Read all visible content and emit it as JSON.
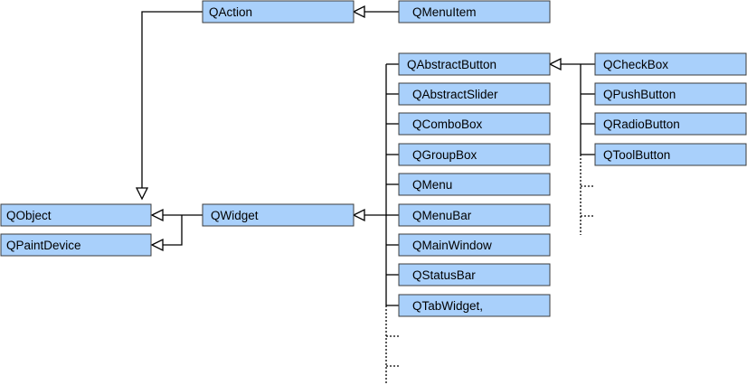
{
  "diagram": {
    "nodes": {
      "qaction": "QAction",
      "qmenuitem": "QMenuItem",
      "qabstractbutton": "QAbstractButton",
      "qcheckbox": "QCheckBox",
      "qabstractslider": "QAbstractSlider",
      "qpushbutton": "QPushButton",
      "qcombobox": "QComboBox",
      "qradiobutton": "QRadioButton",
      "qgroupbox": "QGroupBox",
      "qtoolbutton": "QToolButton",
      "qmenu": "QMenu",
      "qobject": "QObject",
      "qwidget": "QWidget",
      "qmenubar": "QMenuBar",
      "qpaintdevice": "QPaintDevice",
      "qmainwindow": "QMainWindow",
      "qstatusbar": "QStatusBar",
      "qtabwidget": "QTabWidget,"
    },
    "inheritance": [
      {
        "child": "qmenuitem",
        "parent": "qaction"
      },
      {
        "child": "qaction",
        "parent": "qobject"
      },
      {
        "child": "qwidget",
        "parent": "qobject"
      },
      {
        "child": "qwidget",
        "parent": "qpaintdevice"
      },
      {
        "child": "qabstractbutton",
        "parent": "qwidget"
      },
      {
        "child": "qabstractslider",
        "parent": "qwidget"
      },
      {
        "child": "qcombobox",
        "parent": "qwidget"
      },
      {
        "child": "qgroupbox",
        "parent": "qwidget"
      },
      {
        "child": "qmenu",
        "parent": "qwidget"
      },
      {
        "child": "qmenubar",
        "parent": "qwidget"
      },
      {
        "child": "qmainwindow",
        "parent": "qwidget"
      },
      {
        "child": "qstatusbar",
        "parent": "qwidget"
      },
      {
        "child": "qtabwidget",
        "parent": "qwidget"
      },
      {
        "child": "qcheckbox",
        "parent": "qabstractbutton"
      },
      {
        "child": "qpushbutton",
        "parent": "qabstractbutton"
      },
      {
        "child": "qradiobutton",
        "parent": "qabstractbutton"
      },
      {
        "child": "qtoolbutton",
        "parent": "qabstractbutton"
      }
    ]
  }
}
